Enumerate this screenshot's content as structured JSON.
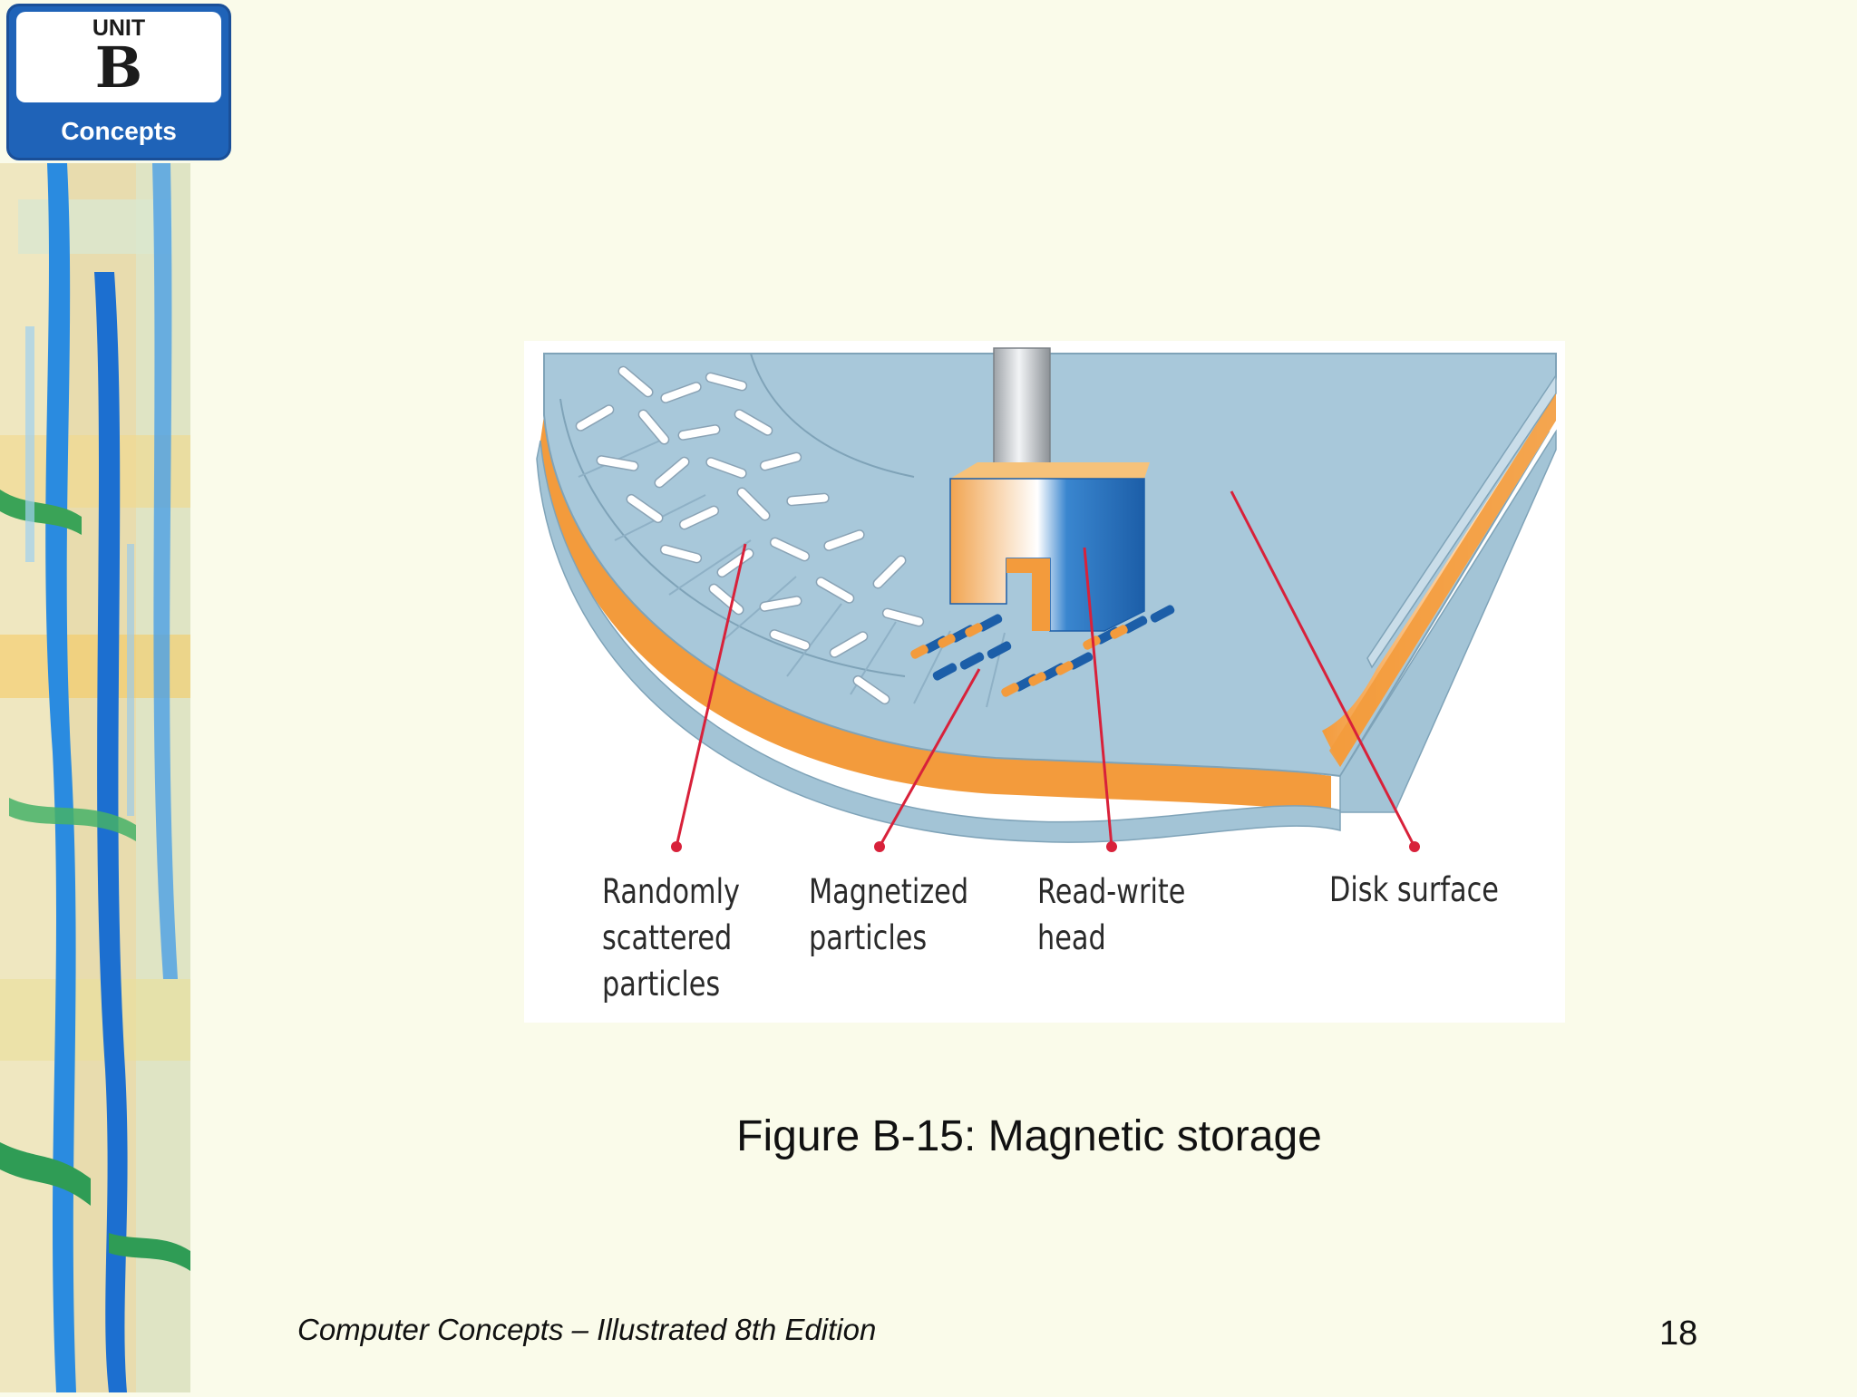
{
  "badge": {
    "unit_label": "UNIT",
    "unit_letter": "B",
    "unit_name": "Concepts"
  },
  "figure": {
    "callouts": [
      {
        "id": "randomly-scattered",
        "text": "Randomly\nscattered\nparticles"
      },
      {
        "id": "magnetized",
        "text": "Magnetized\nparticles"
      },
      {
        "id": "read-write-head",
        "text": "Read-write\nhead"
      },
      {
        "id": "disk-surface",
        "text": "Disk surface"
      }
    ],
    "caption": "Figure B-15: Magnetic storage"
  },
  "footer": {
    "text": "Computer Concepts – Illustrated 8th Edition",
    "page_number": "18"
  },
  "colors": {
    "accent_blue": "#1f63b8",
    "leader_red": "#d8213a",
    "disk_blue": "#a3c4d6",
    "orange": "#f39b3c"
  }
}
